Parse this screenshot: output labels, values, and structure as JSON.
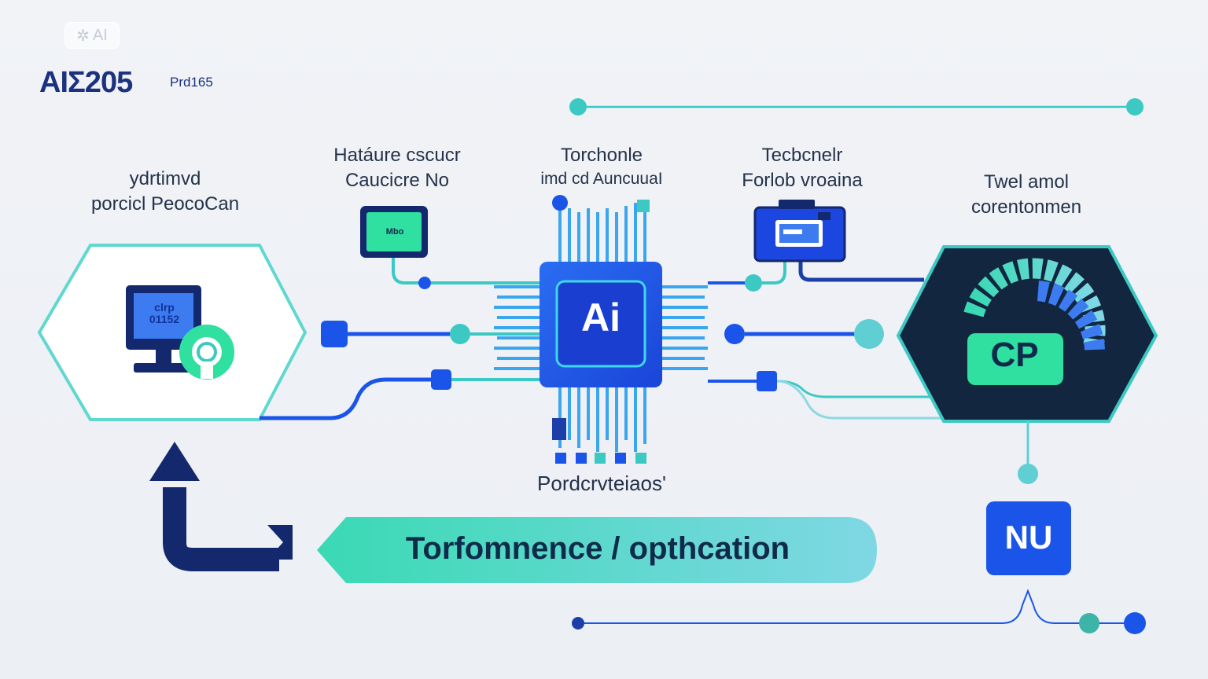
{
  "badge": {
    "icon": "sparkle-icon",
    "text": "AI"
  },
  "brand": {
    "title": "AIΣ205",
    "subtitle": "Prd165"
  },
  "labels": {
    "left": [
      "ydrtimvd",
      "porcicl PeocoCan"
    ],
    "hardware": [
      "Hatáure cscucr",
      "Caucicre  No"
    ],
    "center": [
      "Torchonle",
      "imd cd AuncuuaI"
    ],
    "techner": [
      "Tecbcnelr",
      "Forlob vroaina"
    ],
    "right": [
      "Twel amol",
      "corentonmen"
    ]
  },
  "nodes": {
    "mini_chip": "Mbo",
    "screen": "clrp\n01152",
    "ai_chip": "Ai",
    "gauge": "CP",
    "nu": "NU"
  },
  "bottom_label": "Pordcrvteiaos'",
  "banner": "Torfomnence / opthcation",
  "colors": {
    "navy": "#14286e",
    "blue": "#1b54e8",
    "teal": "#3cc9c4",
    "green": "#2fe0a0",
    "dark": "#0f2a4a"
  }
}
